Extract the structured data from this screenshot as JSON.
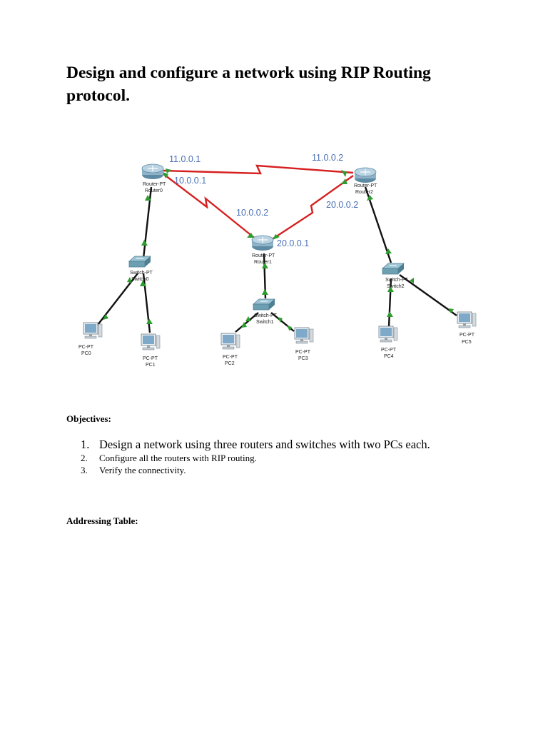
{
  "title": "Design and configure a network using RIP Routing protocol.",
  "colors": {
    "serial_link": "#d62020",
    "ethernet_link": "#111111",
    "port_up": "#2e9b2e",
    "ip_label": "#4a6fb5",
    "router_body": "#8fb3c9",
    "switch_body": "#6d9fb3",
    "pc_screen": "#7fa9c8"
  },
  "diagram": {
    "routers": [
      {
        "type": "Router-PT",
        "name": "Router0"
      },
      {
        "type": "Router-PT",
        "name": "Router1"
      },
      {
        "type": "Router-PT",
        "name": "Router2"
      }
    ],
    "switches": [
      {
        "type": "Switch-PT",
        "name": "Switch0"
      },
      {
        "type": "Switch-PT",
        "name": "Switch1"
      },
      {
        "type": "Switch-PT",
        "name": "Switch2"
      }
    ],
    "pcs": [
      {
        "type": "PC-PT",
        "name": "PC0"
      },
      {
        "type": "PC-PT",
        "name": "PC1"
      },
      {
        "type": "PC-PT",
        "name": "PC2"
      },
      {
        "type": "PC-PT",
        "name": "PC3"
      },
      {
        "type": "PC-PT",
        "name": "PC4"
      },
      {
        "type": "PC-PT",
        "name": "PC5"
      }
    ],
    "ip_labels": {
      "r0_r2_at_r0": "11.0.0.1",
      "r0_r2_at_r2": "11.0.0.2",
      "r0_r1_at_r0": "10.0.0.1",
      "r0_r1_at_r1": "10.0.0.2",
      "r1_r2_at_r2": "20.0.0.2",
      "r1_r2_at_r1": "20.0.0.1"
    }
  },
  "objectives": {
    "heading": "Objectives:",
    "items": [
      {
        "num": "1.",
        "text": "Design a network using three routers and switches with two PCs each."
      },
      {
        "num": "2.",
        "text": "Configure all the routers with RIP routing."
      },
      {
        "num": "3.",
        "text": "Verify the connectivity."
      }
    ]
  },
  "addressing_table": {
    "heading": "Addressing Table:"
  }
}
